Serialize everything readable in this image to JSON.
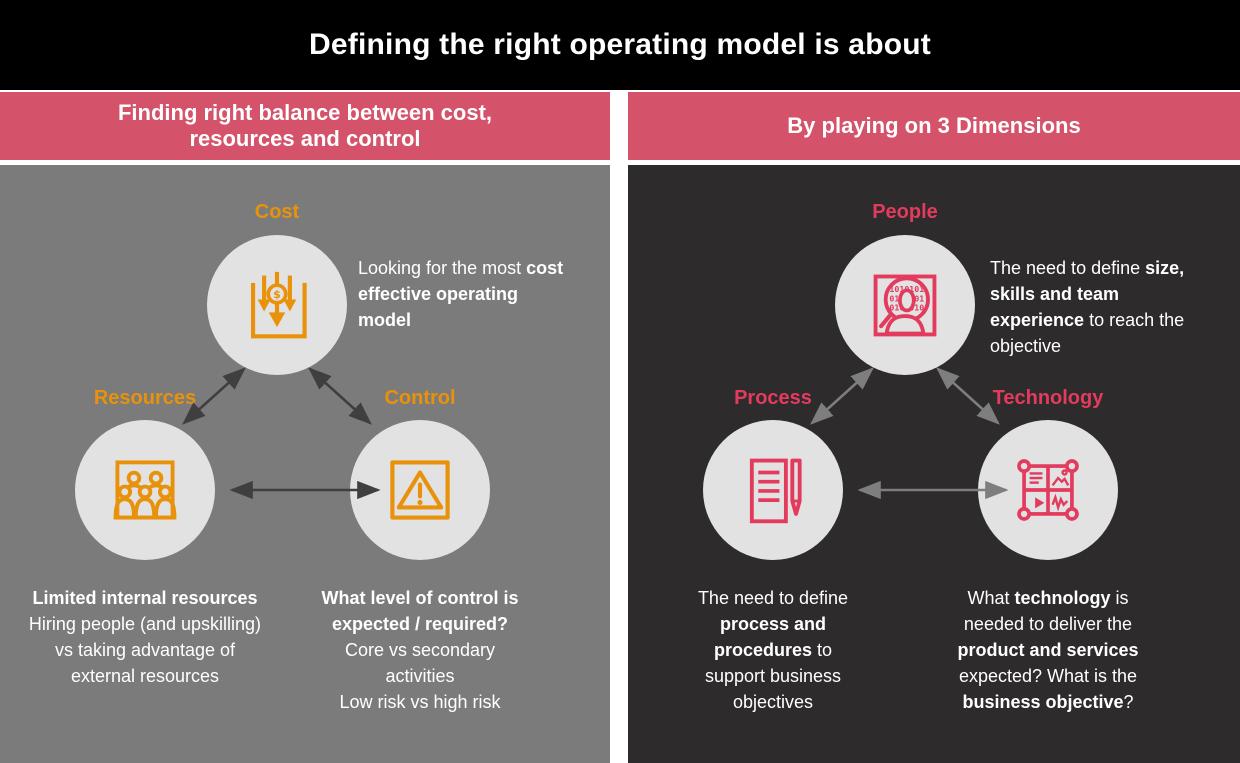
{
  "title": "Defining the right operating model is about",
  "colors": {
    "banner_bg": "#000000",
    "header_pink": "#d5536a",
    "left_body_bg": "#7b7b7b",
    "right_body_bg": "#2d2b2b",
    "circle_bg": "#e3e2e2",
    "orange_accent": "#e8920c",
    "pink_accent": "#e23b5e",
    "arrow_dark": "#3f3f3f",
    "arrow_light": "#7e7e7e",
    "text_white": "#ffffff"
  },
  "left_panel": {
    "header": "Finding right balance between cost, resources and control",
    "nodes": {
      "cost": {
        "label": "Cost",
        "icon": "cost-arrows-dollar-icon"
      },
      "resources": {
        "label": "Resources",
        "icon": "people-group-icon"
      },
      "control": {
        "label": "Control",
        "icon": "warning-triangle-icon"
      }
    },
    "cost_desc": {
      "s1": "Looking for the most ",
      "s2": "cost effective operating model"
    },
    "resources_desc": {
      "s1": "Limited internal resources",
      "s2": "Hiring people (and upskilling) vs taking advantage of external resources"
    },
    "control_desc": {
      "s1": "What level of control is expected / required?",
      "s2": "Core vs secondary activities",
      "s3": "Low risk vs high risk"
    }
  },
  "right_panel": {
    "header": "By playing on 3 Dimensions",
    "nodes": {
      "people": {
        "label": "People",
        "icon": "people-data-magnifier-icon"
      },
      "process": {
        "label": "Process",
        "icon": "document-pen-icon"
      },
      "technology": {
        "label": "Technology",
        "icon": "media-grid-icon"
      }
    },
    "people_desc": {
      "s1": "The need to define ",
      "s2": "size, skills and team experience",
      "s3": " to reach the objective"
    },
    "process_desc": {
      "s1": "The need to define ",
      "s2": "process and procedures",
      "s3": " to support business objectives"
    },
    "technology_desc": {
      "s1": "What ",
      "s2": "technology",
      "s3": " is needed to deliver the ",
      "s4": "product and services",
      "s5": " expected? What is the ",
      "s6": "business objective",
      "s7": "?"
    }
  }
}
